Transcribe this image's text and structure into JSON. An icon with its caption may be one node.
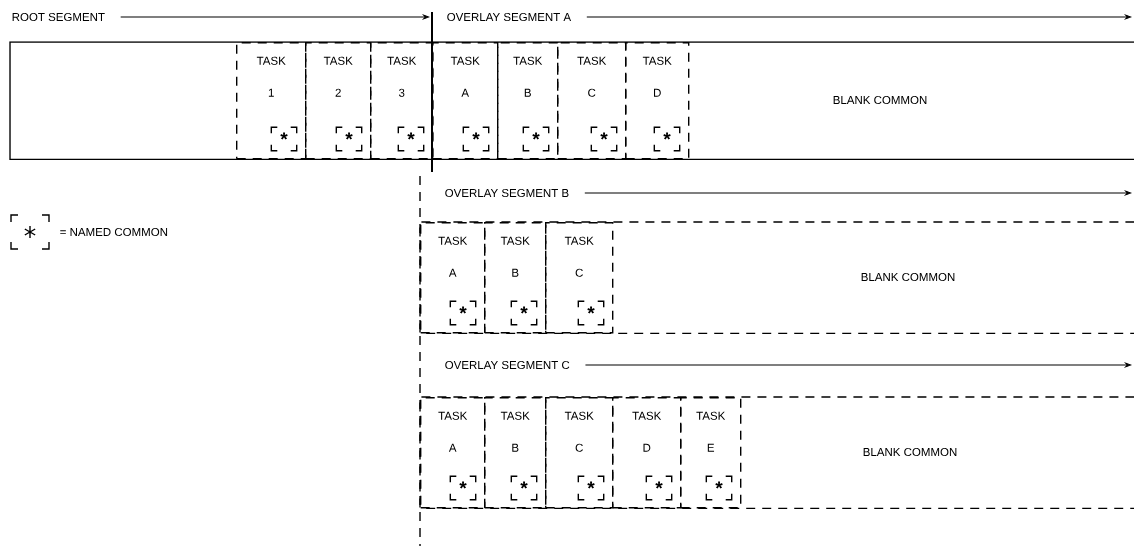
{
  "diagram": {
    "nodes": [
      {
        "text": [],
        "shape": "box"
      },
      {
        "text": [
          "TASK 1"
        ],
        "in": 0
      },
      {
        "text": [
          "*"
        ],
        "in": 1
      },
      {
        "text": [
          "TASK 2"
        ],
        "in": 0
      },
      {
        "text": [
          "*"
        ],
        "in": 3
      },
      {
        "text": [
          "TASK 3"
        ],
        "in": 0
      },
      {
        "text": [
          "*"
        ],
        "in": 5
      },
      {
        "text": [
          "TASK A"
        ],
        "in": 0
      },
      {
        "text": [
          "*"
        ],
        "in": 7
      },
      {
        "text": [
          "TASK B"
        ],
        "in": 0
      },
      {
        "text": [
          "*"
        ],
        "in": 9
      },
      {
        "text": [
          "TASK C"
        ],
        "in": 0
      },
      {
        "text": [
          "*"
        ],
        "in": 11
      },
      {
        "text": [
          "TASK D"
        ],
        "in": 0
      },
      {
        "text": [
          "*"
        ],
        "in": 13
      },
      {
        "text": [
          "BLANK COMMON"
        ],
        "in": 0
      },
      {
        "text": [],
        "shape": "box"
      },
      {
        "text": [
          "TASK A"
        ],
        "in": 16
      },
      {
        "text": [
          "*"
        ],
        "in": 17
      },
      {
        "text": [
          "TASK B"
        ],
        "in": 16
      },
      {
        "text": [
          "*"
        ],
        "in": 19
      },
      {
        "text": [
          "TASK C"
        ],
        "in": 16
      },
      {
        "text": [
          "*"
        ],
        "in": 21
      },
      {
        "text": [
          "BLANK COMMON"
        ],
        "in": 16
      },
      {
        "text": [],
        "shape": "box"
      },
      {
        "text": [
          "TASK A"
        ],
        "in": 24
      },
      {
        "text": [
          "*"
        ],
        "in": 25
      },
      {
        "text": [
          "TASK B"
        ],
        "in": 24
      },
      {
        "text": [
          "*"
        ],
        "in": 27
      },
      {
        "text": [
          "TASK C"
        ],
        "in": 24
      },
      {
        "text": [
          "*"
        ],
        "in": 29
      },
      {
        "text": [
          "TASK D"
        ],
        "in": 24
      },
      {
        "text": [
          "*"
        ],
        "in": 31
      },
      {
        "text": [
          "TASK E"
        ],
        "in": 24
      },
      {
        "text": [
          "*"
        ],
        "in": 33
      },
      {
        "text": [
          "BLANK COMMON"
        ],
        "in": 24
      }
    ],
    "labels": [
      "ROOT SEGMENT",
      "OVERLAY SEGMENT A",
      "OVERLAY SEGMENT B",
      "OVERLAY SEGMENT C"
    ],
    "legend": [
      {
        "text": "= NAMED COMMON"
      }
    ]
  }
}
